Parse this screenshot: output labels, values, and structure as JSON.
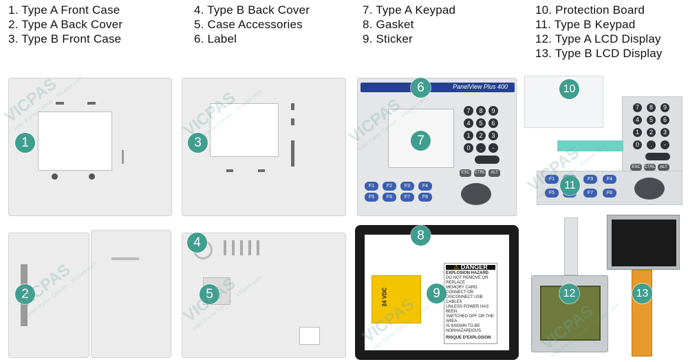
{
  "legend": {
    "col1": [
      "1. Type A Front Case",
      "2. Type A Back Cover",
      "3. Type B Front Case"
    ],
    "col2": [
      "4. Type B Back Cover",
      "5. Case Accessories",
      "6. Label"
    ],
    "col3": [
      "7. Type A Keypad",
      "8. Gasket",
      "9. Sticker"
    ],
    "col4": [
      "10. Protection Board",
      "11. Type B Keypad",
      "12. Type A LCD Display",
      "13. Type B LCD Display"
    ]
  },
  "badges": {
    "b1": "1",
    "b2": "2",
    "b3": "3",
    "b4": "4",
    "b5": "5",
    "b6": "6",
    "b7": "7",
    "b8": "8",
    "b9": "9",
    "b10": "10",
    "b11": "11",
    "b12": "12",
    "b13": "13"
  },
  "label_strip": {
    "text": "PanelView Plus 400"
  },
  "keypad": {
    "numeric_keys": [
      "7",
      "8",
      "9",
      "4",
      "5",
      "6",
      "1",
      "2",
      "3",
      "0",
      ".",
      "-"
    ],
    "nav_keys": [
      "ESC",
      "CTRL",
      "ALT"
    ],
    "function_keys": [
      "F1",
      "F2",
      "F3",
      "F4",
      "F5",
      "F6",
      "F7",
      "F8"
    ]
  },
  "sticker": {
    "title": "DANGER",
    "headline": "EXPLOSION HAZARD",
    "lines": [
      "DO NOT REMOVE OR REPLACE",
      "MEMORY CARD, CONNECT OR",
      "DISCONNECT USB CABLES",
      "UNLESS POWER HAS BEEN",
      "SWITCHED OFF OR THE AREA",
      "IS KNOWN TO BE NONHAZARDOUS."
    ],
    "french_head": "RISQUE D'EXPLOSION",
    "voltage": "24 VDC"
  },
  "watermark": {
    "brand": "VICPAS",
    "tagline": "HMI Parts Center · Vicpas.com"
  },
  "colors": {
    "badge": "#3f9e8e",
    "fkey": "#3b5fb0",
    "sticker_yellow": "#f5c400"
  }
}
